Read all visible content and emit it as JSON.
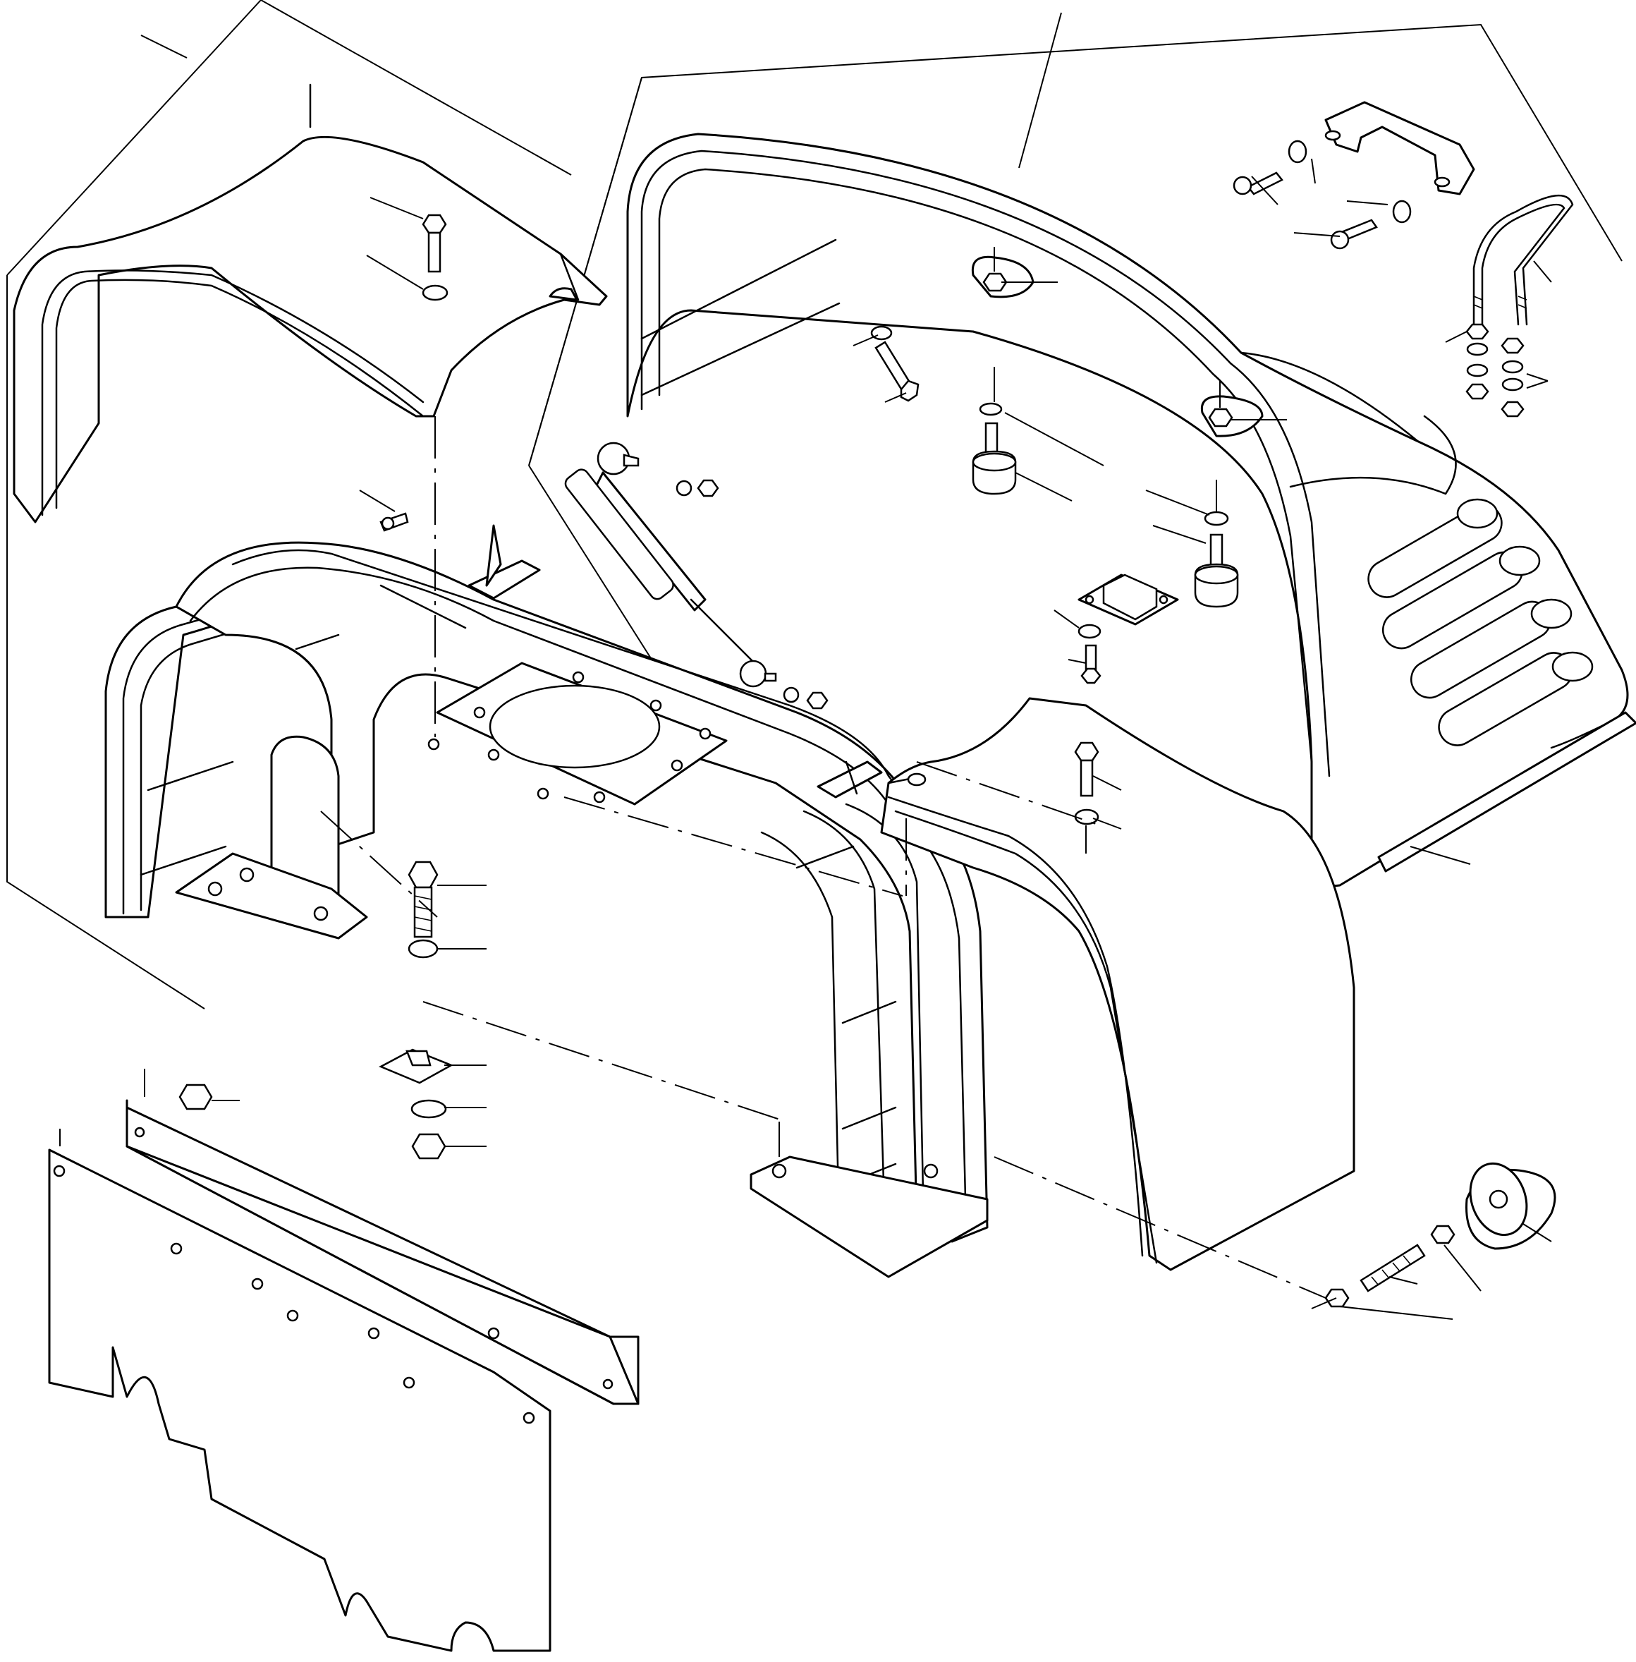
{
  "diagram": {
    "kind": "exploded-parts-view",
    "labels_present": false,
    "assemblies": [
      "left-fender",
      "main-chassis-frame",
      "front-hood",
      "right-fender",
      "counterweight-plate",
      "gas-strut",
      "handle",
      "u-bolt",
      "bumper-cone"
    ],
    "colors": {
      "line": "#000000",
      "paper": "#ffffff"
    }
  }
}
